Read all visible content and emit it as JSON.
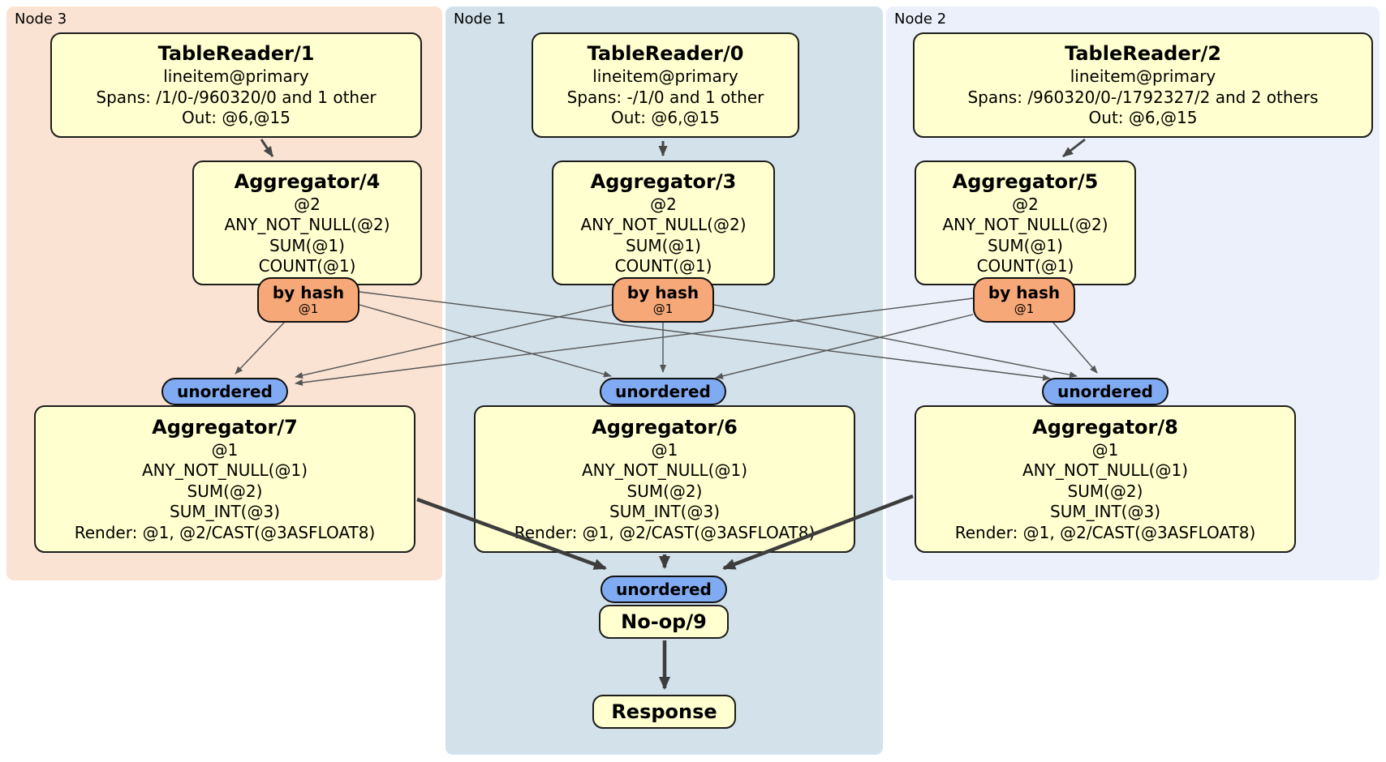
{
  "diagram_title": "distsql-plan",
  "regions": {
    "node3": {
      "label": "Node 3"
    },
    "node1": {
      "label": "Node 1"
    },
    "node2": {
      "label": "Node 2"
    }
  },
  "processors": {
    "tr1": {
      "title": "TableReader/1",
      "lines": [
        "lineitem@primary",
        "Spans: /1/0-/960320/0 and 1 other",
        "Out: @6,@15"
      ]
    },
    "tr0": {
      "title": "TableReader/0",
      "lines": [
        "lineitem@primary",
        "Spans: -/1/0 and 1 other",
        "Out: @6,@15"
      ]
    },
    "tr2": {
      "title": "TableReader/2",
      "lines": [
        "lineitem@primary",
        "Spans: /960320/0-/1792327/2 and 2 others",
        "Out: @6,@15"
      ]
    },
    "agg4": {
      "title": "Aggregator/4",
      "lines": [
        "@2",
        "ANY_NOT_NULL(@2)",
        "SUM(@1)",
        "COUNT(@1)"
      ]
    },
    "agg3": {
      "title": "Aggregator/3",
      "lines": [
        "@2",
        "ANY_NOT_NULL(@2)",
        "SUM(@1)",
        "COUNT(@1)"
      ]
    },
    "agg5": {
      "title": "Aggregator/5",
      "lines": [
        "@2",
        "ANY_NOT_NULL(@2)",
        "SUM(@1)",
        "COUNT(@1)"
      ]
    },
    "agg7": {
      "title": "Aggregator/7",
      "lines": [
        "@1",
        "ANY_NOT_NULL(@1)",
        "SUM(@2)",
        "SUM_INT(@3)",
        "Render: @1, @2/CAST(@3ASFLOAT8)"
      ]
    },
    "agg6": {
      "title": "Aggregator/6",
      "lines": [
        "@1",
        "ANY_NOT_NULL(@1)",
        "SUM(@2)",
        "SUM_INT(@3)",
        "Render: @1, @2/CAST(@3ASFLOAT8)"
      ]
    },
    "agg8": {
      "title": "Aggregator/8",
      "lines": [
        "@1",
        "ANY_NOT_NULL(@1)",
        "SUM(@2)",
        "SUM_INT(@3)",
        "Render: @1, @2/CAST(@3ASFLOAT8)"
      ]
    },
    "noop": {
      "title": "No-op/9"
    },
    "response": {
      "title": "Response"
    }
  },
  "routers": {
    "by_hash": {
      "label": "by hash",
      "detail": "@1"
    },
    "unordered": {
      "label": "unordered"
    }
  },
  "colors": {
    "region_node3_bg": "#fbe3d3",
    "region_node1_bg": "#d2e1ea",
    "region_node2_bg": "#ebf0fb",
    "processor_bg": "#ffffcf",
    "processor_border": "#1d1d1d",
    "router_by_hash_bg": "#f6a878",
    "router_unordered_bg": "#80aaf1",
    "edge_thin": "#555555",
    "edge_medium": "#474747",
    "edge_thick": "#3d3d3d"
  }
}
